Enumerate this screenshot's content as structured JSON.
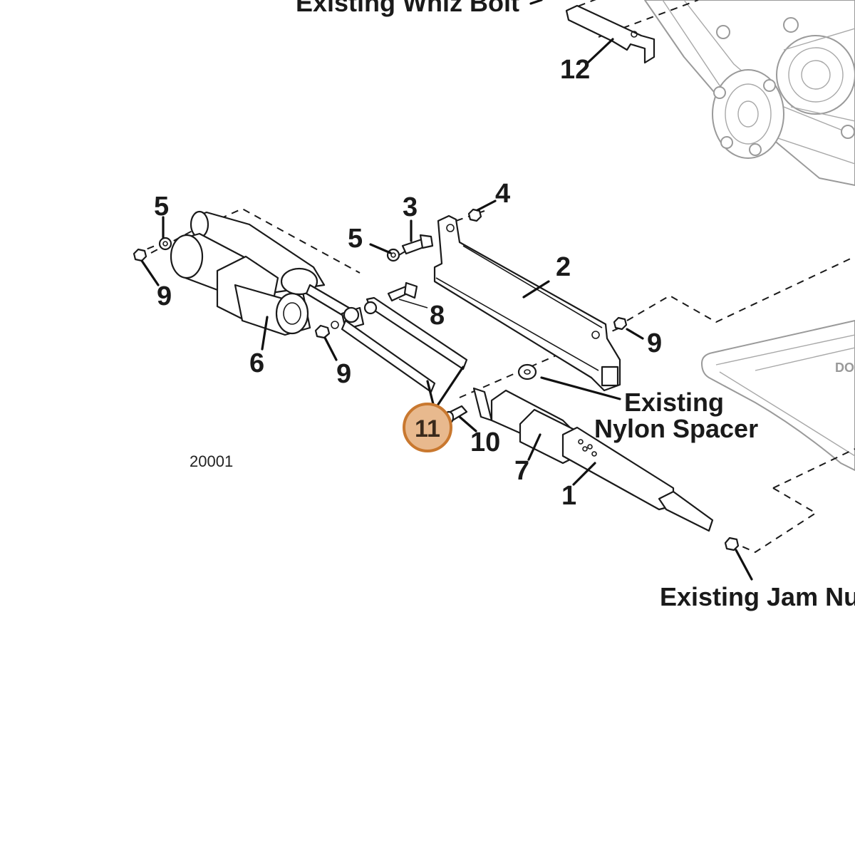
{
  "labels": {
    "whiz_bolt": "Existing Whiz Bolt",
    "nylon_spacer_line1": "Existing",
    "nylon_spacer_line2": "Nylon Spacer",
    "jam_nut": "Existing Jam Nut",
    "figure_id": "20001"
  },
  "callouts": {
    "c1": "1",
    "c2": "2",
    "c3": "3",
    "c4": "4",
    "c5_left": "5",
    "c5_mid": "5",
    "c6": "6",
    "c7": "7",
    "c8": "8",
    "c9_left": "9",
    "c9_mid": "9",
    "c9_right": "9",
    "c10": "10",
    "c11": "11",
    "c12": "12"
  },
  "highlight": {
    "callout": "11",
    "fill_color": "#e8b98e",
    "stroke_color": "#c9782f"
  }
}
